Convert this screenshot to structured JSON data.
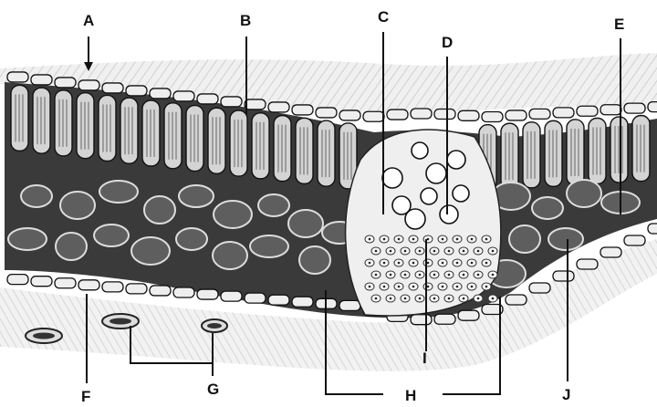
{
  "diagram": {
    "labels": {
      "A": "A",
      "B": "B",
      "C": "C",
      "D": "D",
      "E": "E",
      "F": "F",
      "G": "G",
      "H": "H",
      "I": "I",
      "J": "J"
    },
    "colors": {
      "ink": "#111111",
      "cell_fill": "#eeeeee",
      "dark_cell": "#4a4a4a",
      "tissue_shade": "#d9d9d9",
      "background": "#ffffff"
    }
  }
}
